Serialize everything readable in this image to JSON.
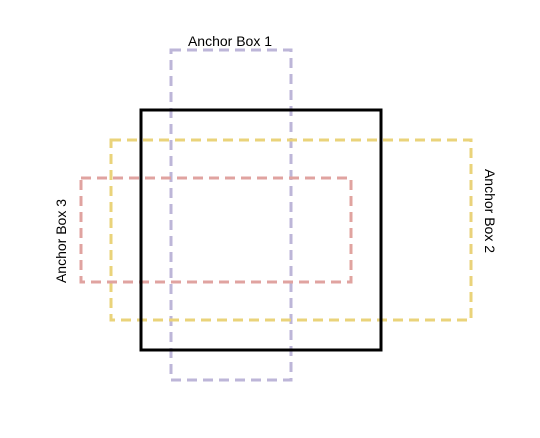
{
  "diagram": {
    "ground_truth_box": {
      "color": "#000000"
    },
    "anchor_boxes": [
      {
        "label": "Anchor Box 1",
        "color": "#bdb6d8"
      },
      {
        "label": "Anchor Box 2",
        "color": "#ead37a"
      },
      {
        "label": "Anchor Box 3",
        "color": "#e0a3a0"
      }
    ]
  }
}
